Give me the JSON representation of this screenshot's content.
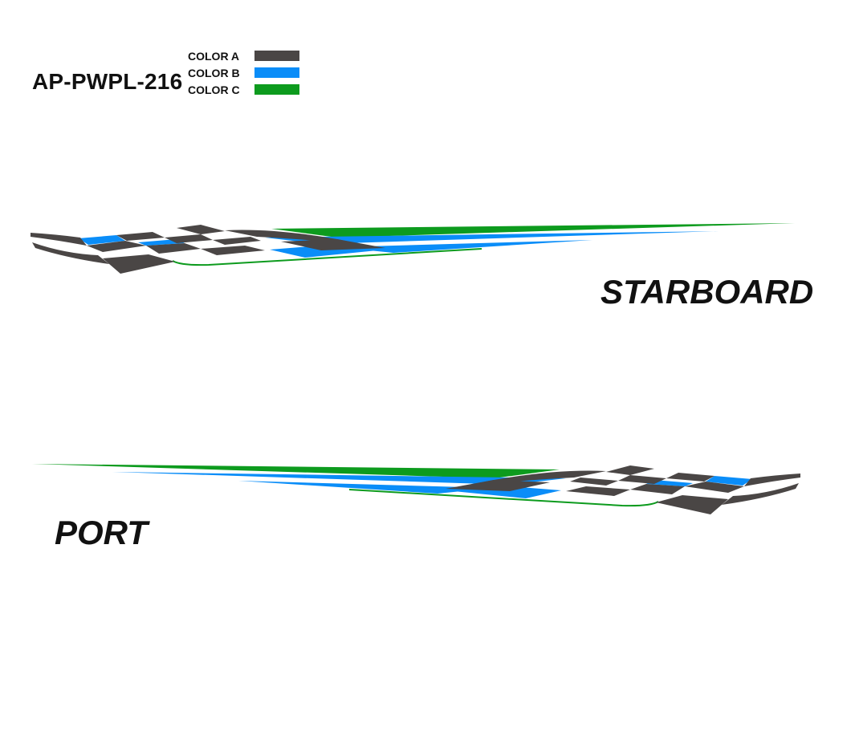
{
  "product_code": "AP-PWPL-216",
  "legend": [
    {
      "label": "COLOR A",
      "color": "#4a4645"
    },
    {
      "label": "COLOR B",
      "color": "#0a8df8"
    },
    {
      "label": "COLOR C",
      "color": "#0d9b1e"
    }
  ],
  "colors": {
    "color_a": "#4a4645",
    "color_b": "#0a8df8",
    "color_c": "#0d9b1e"
  },
  "sides": {
    "starboard_label": "STARBOARD",
    "port_label": "PORT"
  }
}
